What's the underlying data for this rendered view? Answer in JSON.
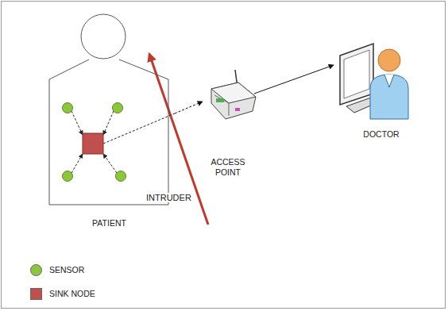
{
  "diagram": {
    "nodes": [
      {
        "text": [
          "PATIENT"
        ]
      },
      {
        "text": [
          "ACCESS POINT"
        ]
      },
      {
        "text": [
          "DOCTOR"
        ]
      }
    ],
    "edges": [
      {
        "from": 0,
        "to": 1,
        "arrow": "to"
      },
      {
        "from": 1,
        "to": 2,
        "arrow": "to"
      }
    ],
    "labels": [
      "INTRUDER"
    ],
    "legend": [
      {
        "text": "SENSOR",
        "color": "#8cc63f"
      },
      {
        "text": "SINK NODE",
        "color": "#c0504d"
      }
    ]
  }
}
